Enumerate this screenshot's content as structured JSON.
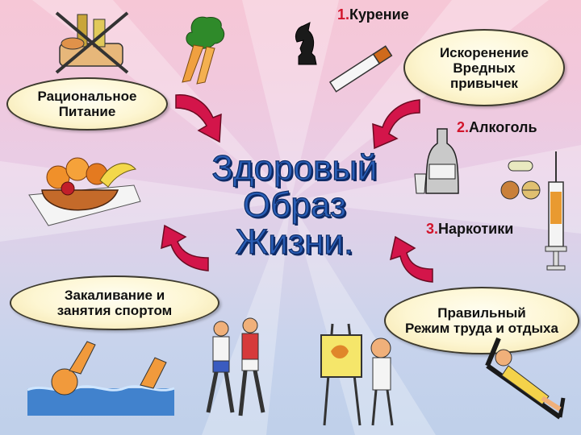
{
  "title": {
    "line1": "Здоровый",
    "line2": "Образ",
    "line3": "Жизни."
  },
  "ovals": {
    "nutrition": "Рациональное\nПитание",
    "habits": "Искоренение\nВредных\nпривычек",
    "sport": "Закаливание и\nзанятия спортом",
    "regime": "Правильный\nРежим труда и отдыха"
  },
  "harms": [
    {
      "num": "1.",
      "label": "Курение"
    },
    {
      "num": "2.",
      "label": "Алкоголь"
    },
    {
      "num": "3.",
      "label": "Наркотики"
    }
  ],
  "colors": {
    "arrow": "#d3154a",
    "title": "#2a5fb6",
    "accent_number": "#d2142b",
    "oval_fill": "#fdf6d2"
  },
  "icons": [
    "crossed-out-junk-food-icon",
    "carrots-icon",
    "chess-knight-icon",
    "cigarette-icon",
    "fruit-basket-icon",
    "bottle-and-glass-icon",
    "pills-icon",
    "syringe-icon",
    "swimmer-icon",
    "runners-icon",
    "artist-easel-icon",
    "reclining-person-icon"
  ]
}
